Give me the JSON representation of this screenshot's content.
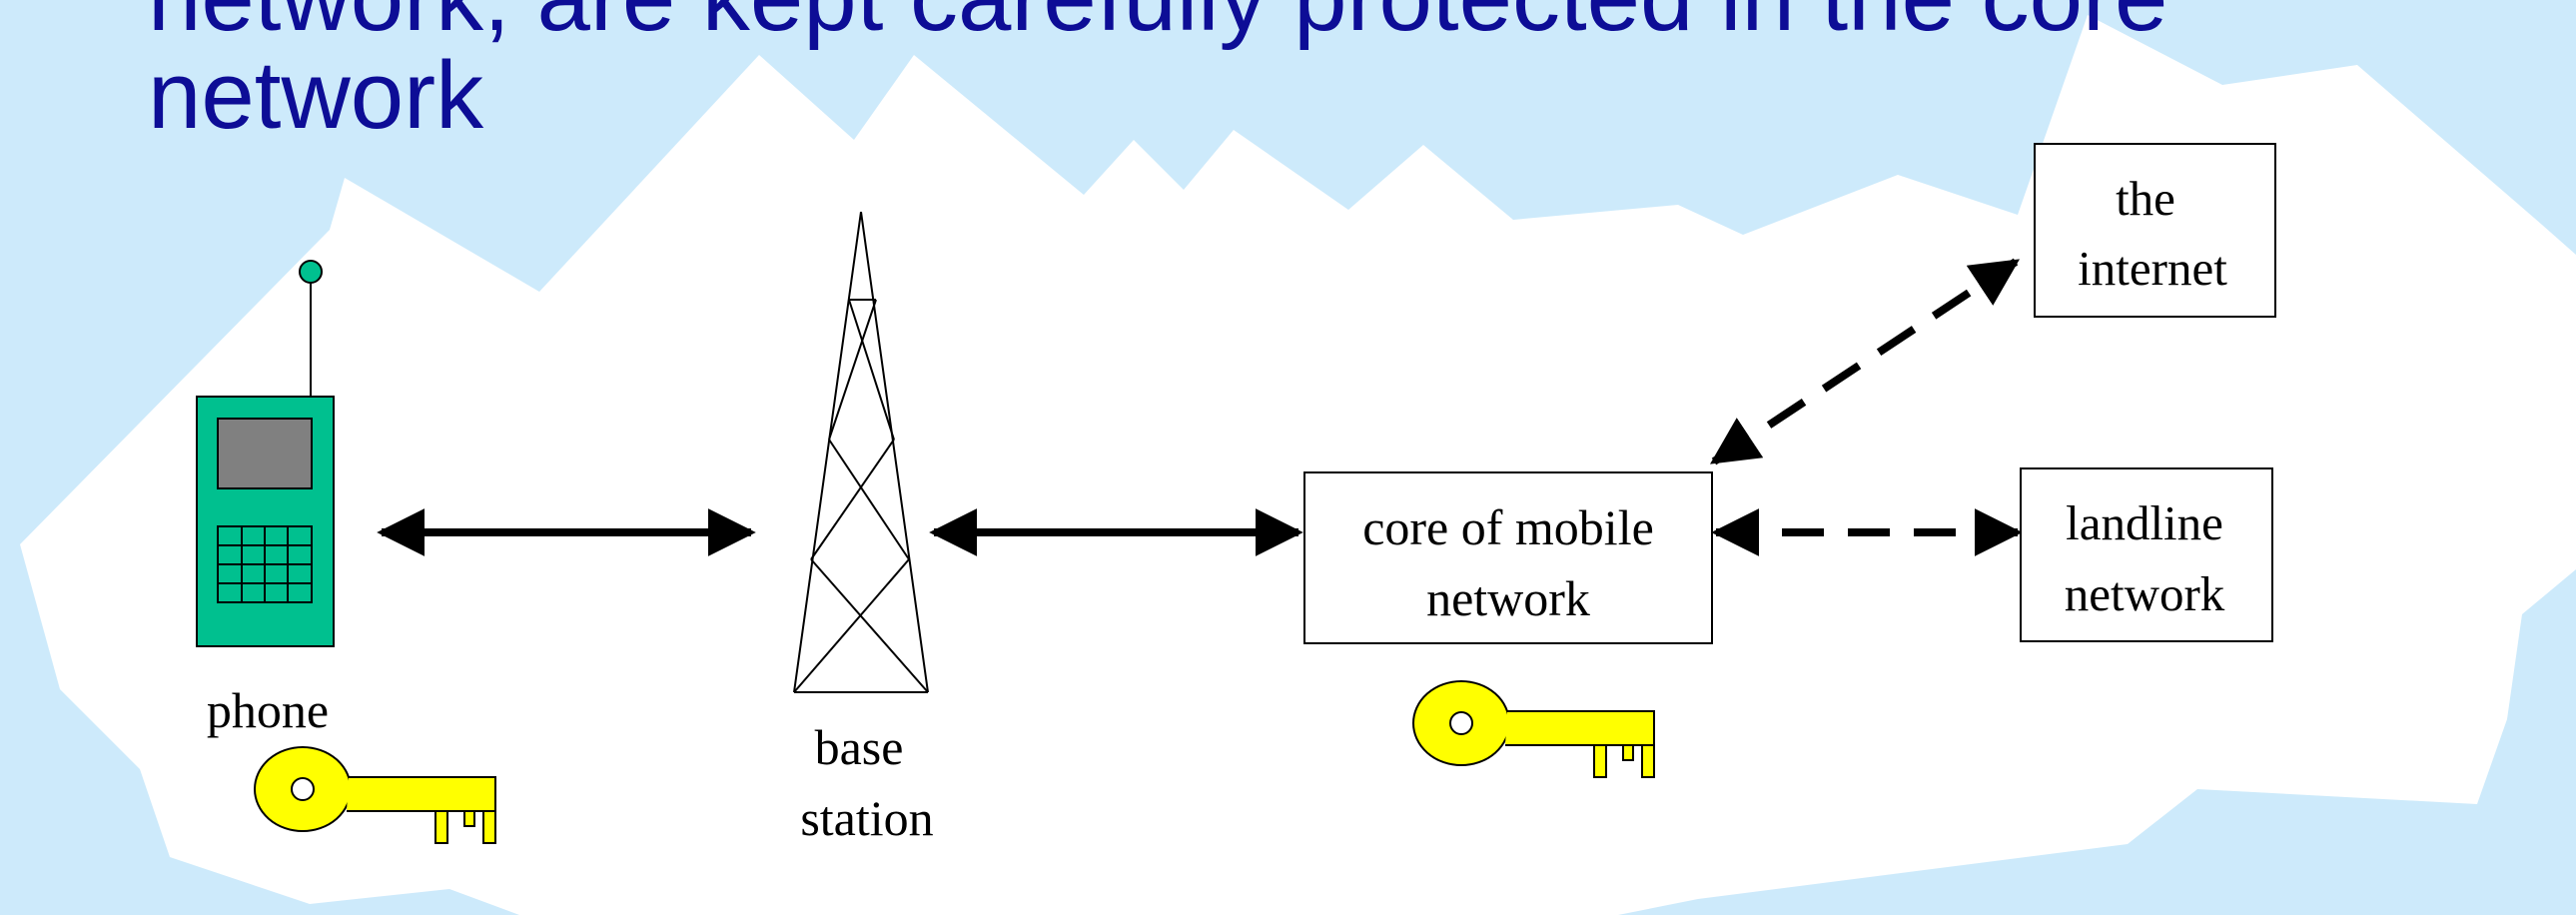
{
  "slide": {
    "heading_line_1": "network, are kept carefully protected in the core",
    "heading_line_2": "network"
  },
  "diagram": {
    "nodes": {
      "phone": {
        "label": "phone"
      },
      "base_station": {
        "label_line_1": "base",
        "label_line_2": "station"
      },
      "core": {
        "label_line_1": "core of mobile",
        "label_line_2": "network"
      },
      "internet": {
        "label_line_1": "the",
        "label_line_2": "internet"
      },
      "landline": {
        "label_line_1": "landline",
        "label_line_2": "network"
      }
    },
    "connections": [
      {
        "from": "phone",
        "to": "base_station",
        "style": "solid",
        "direction": "both"
      },
      {
        "from": "base_station",
        "to": "core",
        "style": "solid",
        "direction": "both"
      },
      {
        "from": "core",
        "to": "internet",
        "style": "dashed",
        "direction": "both"
      },
      {
        "from": "core",
        "to": "landline",
        "style": "dashed",
        "direction": "both"
      }
    ],
    "keys": [
      {
        "location": "phone"
      },
      {
        "location": "core"
      }
    ]
  },
  "colors": {
    "background": "#cdeafb",
    "cloud": "#ffffff",
    "heading_text": "#0d0d96",
    "phone_body": "#00c08f",
    "phone_screen": "#808080",
    "key_fill": "#ffff00"
  }
}
